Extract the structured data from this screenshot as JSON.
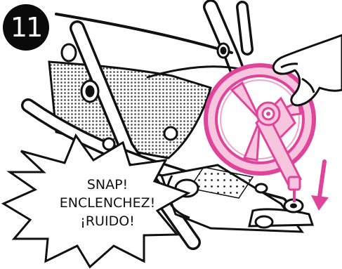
{
  "step": {
    "number": "11"
  },
  "callout": {
    "lines": [
      "SNAP!",
      "ENCLENCHEZ!",
      "¡RUIDO!"
    ]
  },
  "colors": {
    "accent": "#e0439a",
    "accent_light": "#f7c6de",
    "ink": "#111111",
    "mesh": "#555555"
  },
  "illustration": {
    "subject": "stroller-wheel-attachment",
    "direction": "arrow-down"
  }
}
